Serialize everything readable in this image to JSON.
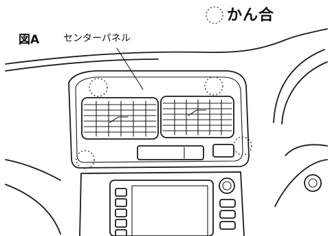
{
  "figure": {
    "label": "図A",
    "part_label": "センターパネル"
  },
  "legend": {
    "symbol": "dotted-circle",
    "text": "かん合"
  },
  "colors": {
    "line": "#1a1a1a",
    "background": "#ffffff"
  }
}
